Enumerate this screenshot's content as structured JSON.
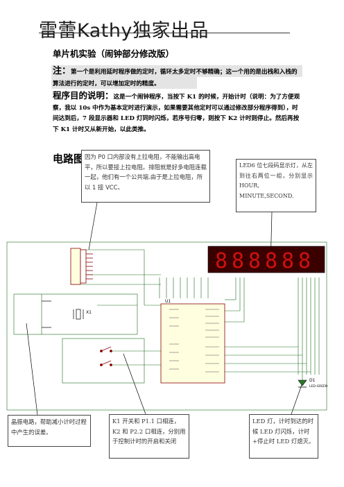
{
  "header": {
    "brand": "雷蕾Kathy独家出品"
  },
  "doc": {
    "subtitle": "单片机实验（闹钟部分修改版）",
    "note_label": "注：",
    "note_text": "第一个是利用延时程序做的定时，循环太多定时不够精确；这一个用的是出栈和入栈的算法进行的定时，可以增加定时的精度。",
    "purpose_label": "程序目的说明：",
    "purpose_text": "这是一个闹钟程序，当按下 K1 的时候，开始计时（说明：为了方便观察，我以 10s 中作为基本定时进行演示，如果需要其他定时可以通过修改部分程序得到），时间达到后，7 段显示器和 LED 灯同时闪烁，若序号归零，则按下 K2 计时则停止。然后再按下 K1 计时又从新开始，以此类推。",
    "circuit_heading": "电路图："
  },
  "callouts": {
    "pullup": "因为 P0 口内部没有上拉电阻，不能输出高电平，所以要接上拉电阻。排阻就是好多电阻连载一起，他们有一个公共端.由于是上拉电阻，所以 1 接 VCC。",
    "display": "LED6 位七段码显示灯，从左到往右两位一组，分别显示 HOUR, MINUTE,SECOND.",
    "crystal": "晶振电路，帮助减小计时过程中产生的误差。",
    "keys": "K1 开关和 P1.1 口相连，K2 和 P2.2 口相连，分别用于控制计时的开启和关闭",
    "led": "LED 灯，计时到达的时候 LED 灯闪烁，计时+停止时 LED 灯熄灭。"
  },
  "schematic": {
    "display_digits": [
      "8",
      "8",
      "8",
      "8",
      "8",
      "8"
    ],
    "mcu_ref": "U1",
    "crystal_ref": "X1",
    "led_ref": "D1",
    "led_part": "LED-GREEN"
  },
  "colors": {
    "wire": "#1a6b1a",
    "display_body": "#3a0000",
    "segment": "#d01010",
    "component_fill": "#ffffe0",
    "component_stroke": "#8b0000"
  }
}
